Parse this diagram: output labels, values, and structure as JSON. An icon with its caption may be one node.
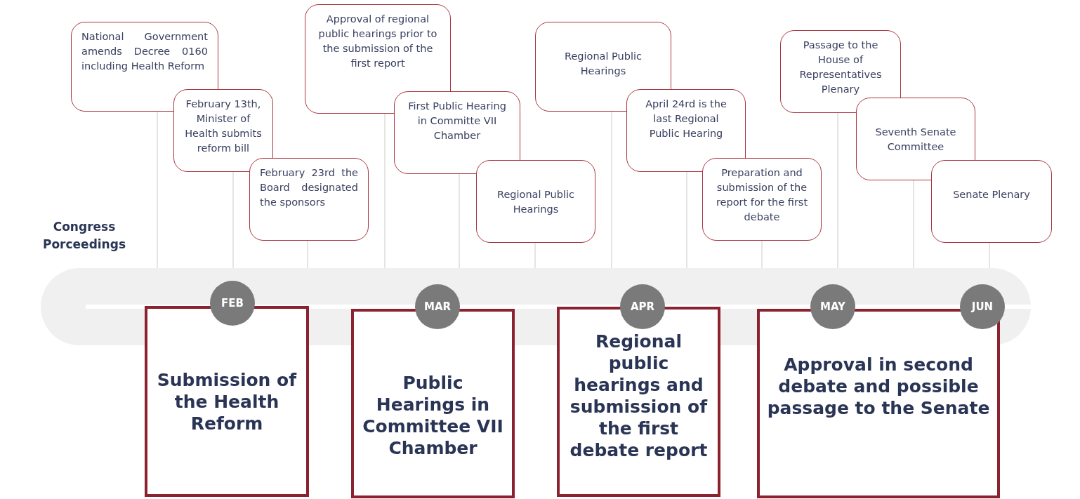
{
  "diagram": {
    "nodes": [
      {
        "text": [
          "National Government amends Decree 0160 including Health Reform"
        ]
      },
      {
        "text": [
          "February 13th, Minister of Health submits reform bill"
        ]
      },
      {
        "text": [
          "February 23rd the Board designated the sponsors"
        ]
      },
      {
        "text": [
          "Approval of regional public hearings prior to the submission of the first report"
        ]
      },
      {
        "text": [
          "First Public Hearing in Committe VII Chamber"
        ]
      },
      {
        "text": [
          "Regional Public Hearings"
        ]
      },
      {
        "text": [
          "Regional Public Hearings"
        ]
      },
      {
        "text": [
          "April 24rd is the last Regional Public Hearing"
        ]
      },
      {
        "text": [
          "Preparation and submission of the report for the first debate"
        ]
      },
      {
        "text": [
          "Passage to the House of Representatives Plenary"
        ]
      },
      {
        "text": [
          "Seventh Senate Committee"
        ]
      },
      {
        "text": [
          "Senate Plenary"
        ]
      },
      {
        "text": [],
        "shape": "bar"
      },
      {
        "text": [
          "FEB"
        ],
        "in": 12
      },
      {
        "text": [
          "MAR"
        ],
        "in": 12
      },
      {
        "text": [
          "APR"
        ],
        "in": 12
      },
      {
        "text": [
          "MAY"
        ],
        "in": 12
      },
      {
        "text": [
          "JUN"
        ],
        "in": 12
      },
      {
        "text": [
          "Submission of the Health Reform"
        ]
      },
      {
        "text": [
          "Public Hearings in Committee VII Chamber"
        ]
      },
      {
        "text": [
          "Regional public hearings and submission of the first debate report"
        ]
      },
      {
        "text": [
          "Approval in second debate and possible passage to the Senate"
        ]
      }
    ],
    "edges": [
      {
        "from": 0,
        "to": 12,
        "arrow": "none"
      },
      {
        "from": 1,
        "to": 12,
        "arrow": "none"
      },
      {
        "from": 2,
        "to": 12,
        "arrow": "none"
      },
      {
        "from": 3,
        "to": 12,
        "arrow": "none"
      },
      {
        "from": 4,
        "to": 12,
        "arrow": "none"
      },
      {
        "from": 5,
        "to": 12,
        "arrow": "none"
      },
      {
        "from": 6,
        "to": 12,
        "arrow": "none"
      },
      {
        "from": 7,
        "to": 12,
        "arrow": "none"
      },
      {
        "from": 8,
        "to": 12,
        "arrow": "none"
      },
      {
        "from": 9,
        "to": 12,
        "arrow": "none"
      },
      {
        "from": 10,
        "to": 12,
        "arrow": "none"
      },
      {
        "from": 11,
        "to": 12,
        "arrow": "none"
      }
    ],
    "labels": [
      "Congress Porceedings"
    ]
  }
}
